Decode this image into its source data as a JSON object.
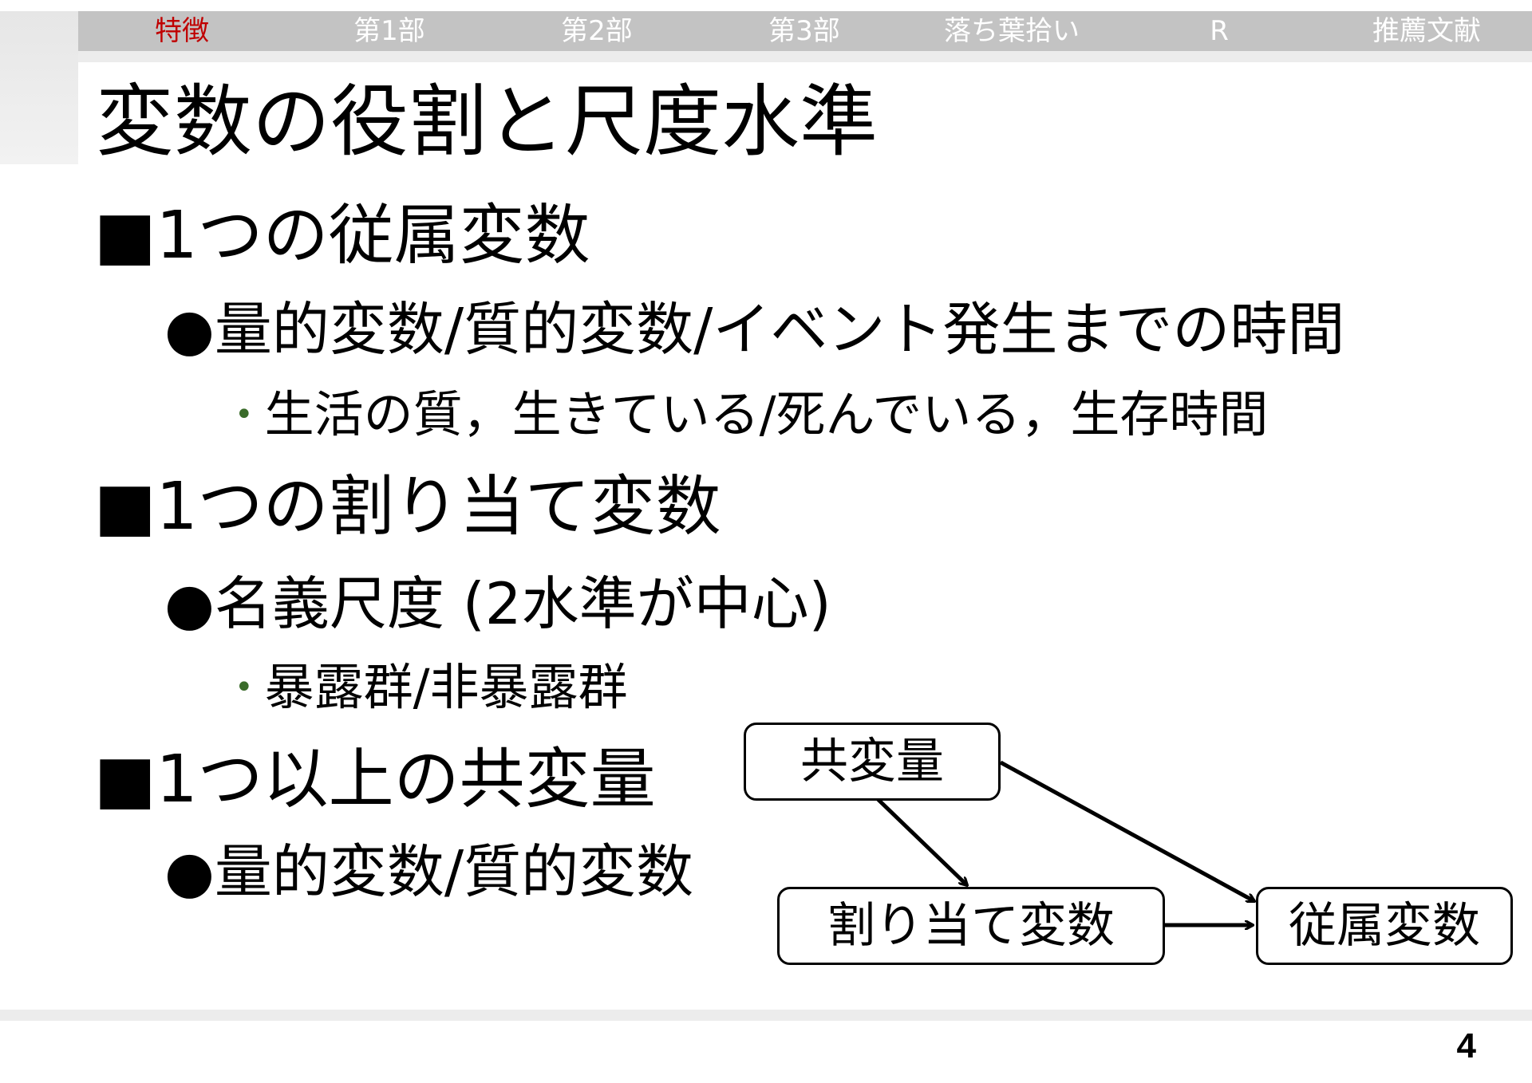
{
  "nav": {
    "items": [
      {
        "label": "特徴",
        "active": true
      },
      {
        "label": "第1部",
        "active": false
      },
      {
        "label": "第2部",
        "active": false
      },
      {
        "label": "第3部",
        "active": false
      },
      {
        "label": "落ち葉拾い",
        "active": false
      },
      {
        "label": "R",
        "active": false
      },
      {
        "label": "推薦文献",
        "active": false
      }
    ],
    "active_color": "#c00000",
    "inactive_color": "#ffffff",
    "bar_color": "#c3c3c3"
  },
  "slide": {
    "title": "変数の役割と尺度水準",
    "bullets": {
      "b1": "■1つの従属変数",
      "b1_1": "●量的変数/質的変数/イベント発生までの時間",
      "b1_1_1": "生活の質，生きている/死んでいる，生存時間",
      "b2": "■1つの割り当て変数",
      "b2_1": "●名義尺度 (2水準が中心)",
      "b2_1_1": "暴露群/非暴露群",
      "b3": "■1つ以上の共変量",
      "b3_1": "●量的変数/質的変数"
    },
    "sub_bullet_glyph": "•"
  },
  "diagram": {
    "covariate": "共変量",
    "assignment": "割り当て変数",
    "outcome": "従属変数"
  },
  "page_number": "4"
}
